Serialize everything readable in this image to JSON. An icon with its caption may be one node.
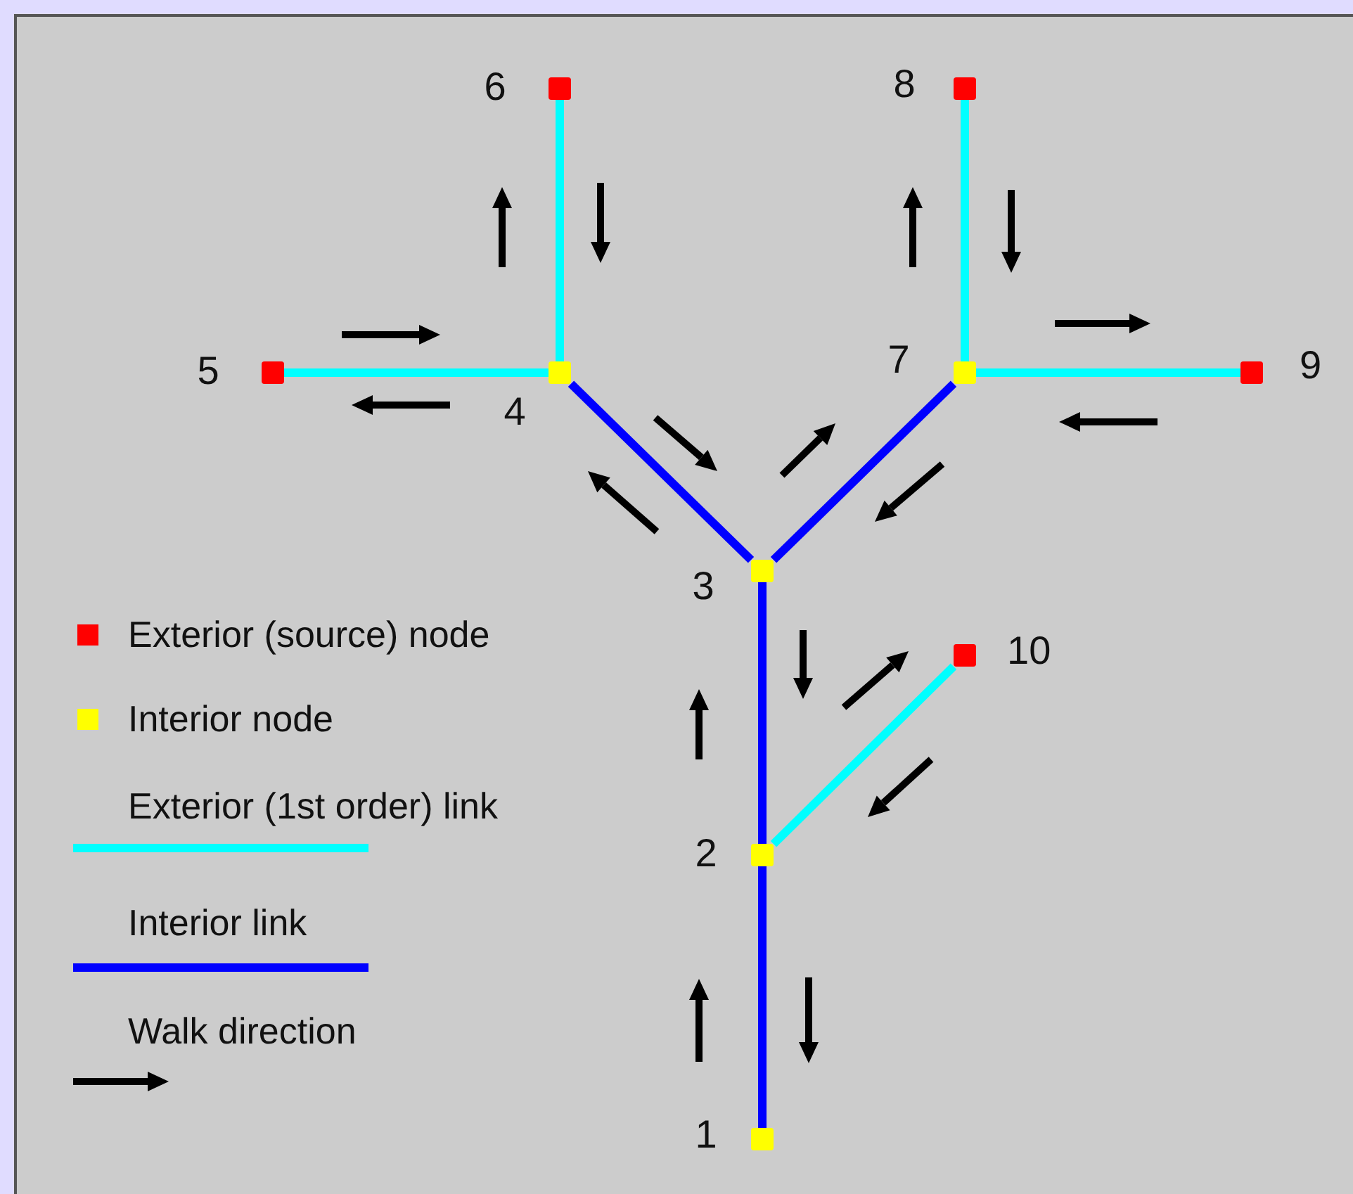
{
  "diagram": {
    "nodes": [
      {
        "text": [
          "1"
        ]
      },
      {
        "text": [
          "2"
        ]
      },
      {
        "text": [
          "3"
        ]
      },
      {
        "text": [
          "4"
        ]
      },
      {
        "text": [
          "5"
        ]
      },
      {
        "text": [
          "6"
        ]
      },
      {
        "text": [
          "7"
        ]
      },
      {
        "text": [
          "8"
        ]
      },
      {
        "text": [
          "9"
        ]
      },
      {
        "text": [
          "10"
        ]
      }
    ],
    "edges": [
      {
        "from": 0,
        "to": 1,
        "arrow": "none",
        "color": "#0000ff"
      },
      {
        "from": 1,
        "to": 2,
        "arrow": "none",
        "color": "#0000ff"
      },
      {
        "from": 1,
        "to": 9,
        "arrow": "none"
      },
      {
        "from": 2,
        "to": 3,
        "arrow": "none",
        "color": "#0000ff"
      },
      {
        "from": 2,
        "to": 6,
        "arrow": "none",
        "color": "#0000ff"
      },
      {
        "from": 3,
        "to": 4,
        "arrow": "none"
      },
      {
        "from": 3,
        "to": 5,
        "arrow": "none"
      },
      {
        "from": 6,
        "to": 7,
        "arrow": "none"
      },
      {
        "from": 6,
        "to": 8,
        "arrow": "none"
      }
    ],
    "legend": [
      {
        "text": "Exterior (source) node",
        "color": "#ff0000"
      },
      {
        "text": "Interior node",
        "color": "#ffff00"
      },
      {
        "text": "Exterior (1st order) link"
      },
      {
        "text": "Interior link"
      },
      {
        "text": "Walk direction"
      }
    ]
  }
}
